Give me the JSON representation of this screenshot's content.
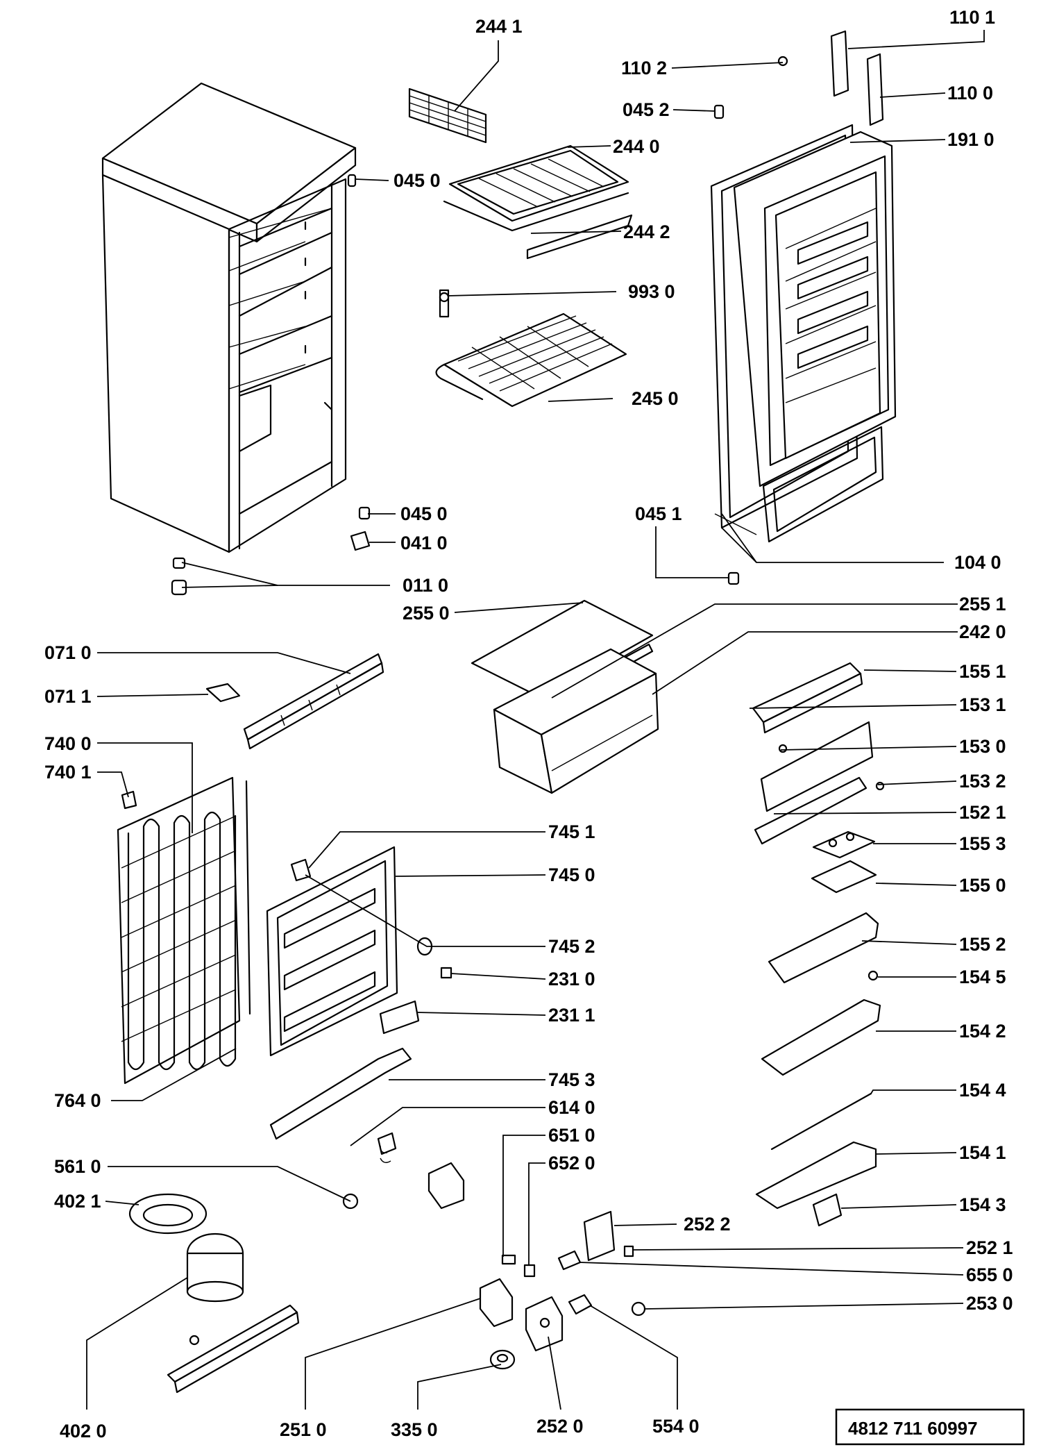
{
  "diagram": {
    "reference_number": "4812 711 60997",
    "labels": [
      {
        "id": "l2441",
        "text": "244 1"
      },
      {
        "id": "l1101",
        "text": "110 1"
      },
      {
        "id": "l1102",
        "text": "110 2"
      },
      {
        "id": "l1100",
        "text": "110 0"
      },
      {
        "id": "l0452",
        "text": "045 2"
      },
      {
        "id": "l2440",
        "text": "244 0"
      },
      {
        "id": "l1910",
        "text": "191 0"
      },
      {
        "id": "l0450a",
        "text": "045 0"
      },
      {
        "id": "l2442",
        "text": "244 2"
      },
      {
        "id": "l9930",
        "text": "993 0"
      },
      {
        "id": "l2450",
        "text": "245 0"
      },
      {
        "id": "l0450b",
        "text": "045 0"
      },
      {
        "id": "l0451",
        "text": "045 1"
      },
      {
        "id": "l0410",
        "text": "041 0"
      },
      {
        "id": "l0110",
        "text": "011 0"
      },
      {
        "id": "l1040",
        "text": "104 0"
      },
      {
        "id": "l2550",
        "text": "255 0"
      },
      {
        "id": "l2551",
        "text": "255 1"
      },
      {
        "id": "l2420",
        "text": "242 0"
      },
      {
        "id": "l0710",
        "text": "071 0"
      },
      {
        "id": "l1551",
        "text": "155 1"
      },
      {
        "id": "l0711",
        "text": "071 1"
      },
      {
        "id": "l1531",
        "text": "153 1"
      },
      {
        "id": "l7400",
        "text": "740 0"
      },
      {
        "id": "l1530",
        "text": "153 0"
      },
      {
        "id": "l7401",
        "text": "740 1"
      },
      {
        "id": "l1532",
        "text": "153 2"
      },
      {
        "id": "l1521",
        "text": "152 1"
      },
      {
        "id": "l7451",
        "text": "745 1"
      },
      {
        "id": "l1553",
        "text": "155 3"
      },
      {
        "id": "l7450",
        "text": "745 0"
      },
      {
        "id": "l1550",
        "text": "155 0"
      },
      {
        "id": "l7452",
        "text": "745 2"
      },
      {
        "id": "l1552",
        "text": "155 2"
      },
      {
        "id": "l2310",
        "text": "231 0"
      },
      {
        "id": "l1545",
        "text": "154 5"
      },
      {
        "id": "l2311",
        "text": "231 1"
      },
      {
        "id": "l1542",
        "text": "154 2"
      },
      {
        "id": "l7453",
        "text": "745 3"
      },
      {
        "id": "l7640",
        "text": "764 0"
      },
      {
        "id": "l1544",
        "text": "154 4"
      },
      {
        "id": "l6140",
        "text": "614 0"
      },
      {
        "id": "l6510",
        "text": "651 0"
      },
      {
        "id": "l1541",
        "text": "154 1"
      },
      {
        "id": "l6520",
        "text": "652 0"
      },
      {
        "id": "l5610",
        "text": "561 0"
      },
      {
        "id": "l4021",
        "text": "402 1"
      },
      {
        "id": "l1543",
        "text": "154 3"
      },
      {
        "id": "l2522",
        "text": "252 2"
      },
      {
        "id": "l2521",
        "text": "252 1"
      },
      {
        "id": "l6550",
        "text": "655 0"
      },
      {
        "id": "l2530",
        "text": "253 0"
      },
      {
        "id": "l4020",
        "text": "402 0"
      },
      {
        "id": "l2510",
        "text": "251 0"
      },
      {
        "id": "l3350",
        "text": "335 0"
      },
      {
        "id": "l2520",
        "text": "252 0"
      },
      {
        "id": "l5540",
        "text": "554 0"
      }
    ]
  }
}
